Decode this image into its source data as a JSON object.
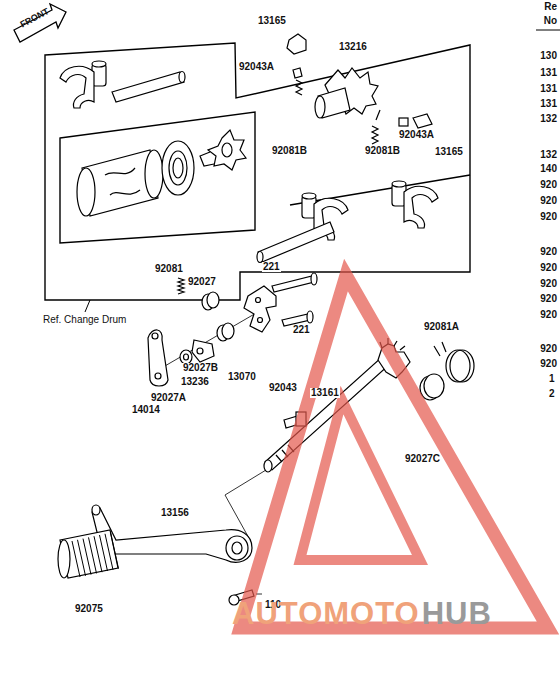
{
  "diagram": {
    "labels": [
      "FRONT",
      "13165",
      "13216",
      "92043A",
      "92081B",
      "92081B",
      "92043A",
      "13165",
      "Ref. Change Drum",
      "92081",
      "92027",
      "221",
      "221",
      "92081A",
      "92027B",
      "13236",
      "13070",
      "92027A",
      "14014",
      "92043",
      "13161",
      "92027C",
      "13156",
      "92075",
      "110",
      "AUTOMOTO",
      "HUB",
      "Re",
      "No",
      "130",
      "131",
      "131",
      "131",
      "132",
      "132",
      "140",
      "920",
      "920",
      "920",
      "920",
      "920",
      "920",
      "920",
      "920",
      "920",
      "920",
      "1",
      "2"
    ]
  }
}
